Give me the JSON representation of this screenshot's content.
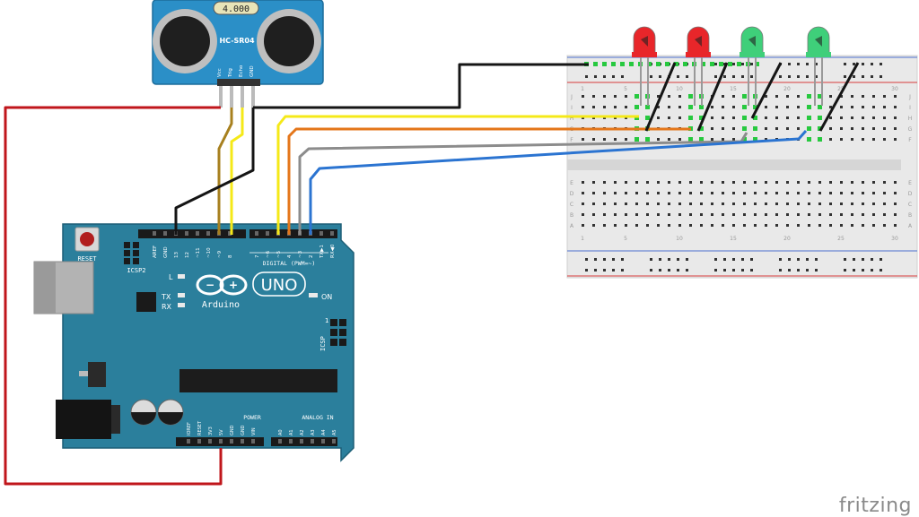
{
  "sensor": {
    "display": "4.000",
    "model": "HC-SR04",
    "pins": [
      "Vcc",
      "Trig",
      "Echo",
      "GND"
    ]
  },
  "arduino": {
    "reset": "RESET",
    "icsp2": "ICSP2",
    "icsp": "ICSP",
    "digital_header": "DIGITAL (PWM=~)",
    "digital_pins": [
      "AREF",
      "GND",
      "13",
      "12",
      "~11",
      "~10",
      "~9",
      "8",
      "7",
      "~6",
      "~5",
      "4",
      "~3",
      "2",
      "TX▶1",
      "RX◀0"
    ],
    "led_l": "L",
    "led_tx": "TX",
    "led_rx": "RX",
    "on": "ON",
    "uno": "UNO",
    "brand": "Arduino",
    "icsp_pin1": "1",
    "power_header": "POWER",
    "power_pins": [
      "IOREF",
      "RESET",
      "3V3",
      "5V",
      "GND",
      "GND",
      "VIN"
    ],
    "analog_header": "ANALOG IN",
    "analog_pins": [
      "A0",
      "A1",
      "A2",
      "A3",
      "A4",
      "A5"
    ]
  },
  "breadboard": {
    "row_letters_top": [
      "J",
      "I",
      "H",
      "G",
      "F"
    ],
    "row_letters_bottom": [
      "E",
      "D",
      "C",
      "B",
      "A"
    ],
    "column_numbers": [
      "1",
      "5",
      "10",
      "15",
      "20",
      "25",
      "30"
    ]
  },
  "leds": [
    {
      "color": "red",
      "hex": "#e8262a"
    },
    {
      "color": "red",
      "hex": "#e8262a"
    },
    {
      "color": "green",
      "hex": "#3fcf7a"
    },
    {
      "color": "green",
      "hex": "#3fcf7a"
    }
  ],
  "wires": {
    "red": "#c0161b",
    "black": "#151515",
    "yellow": "#f5e918",
    "orange": "#e4761a",
    "gray": "#8c8c8c",
    "blue": "#2b74d1",
    "brown": "#a7801e"
  },
  "watermark": "fritzing"
}
